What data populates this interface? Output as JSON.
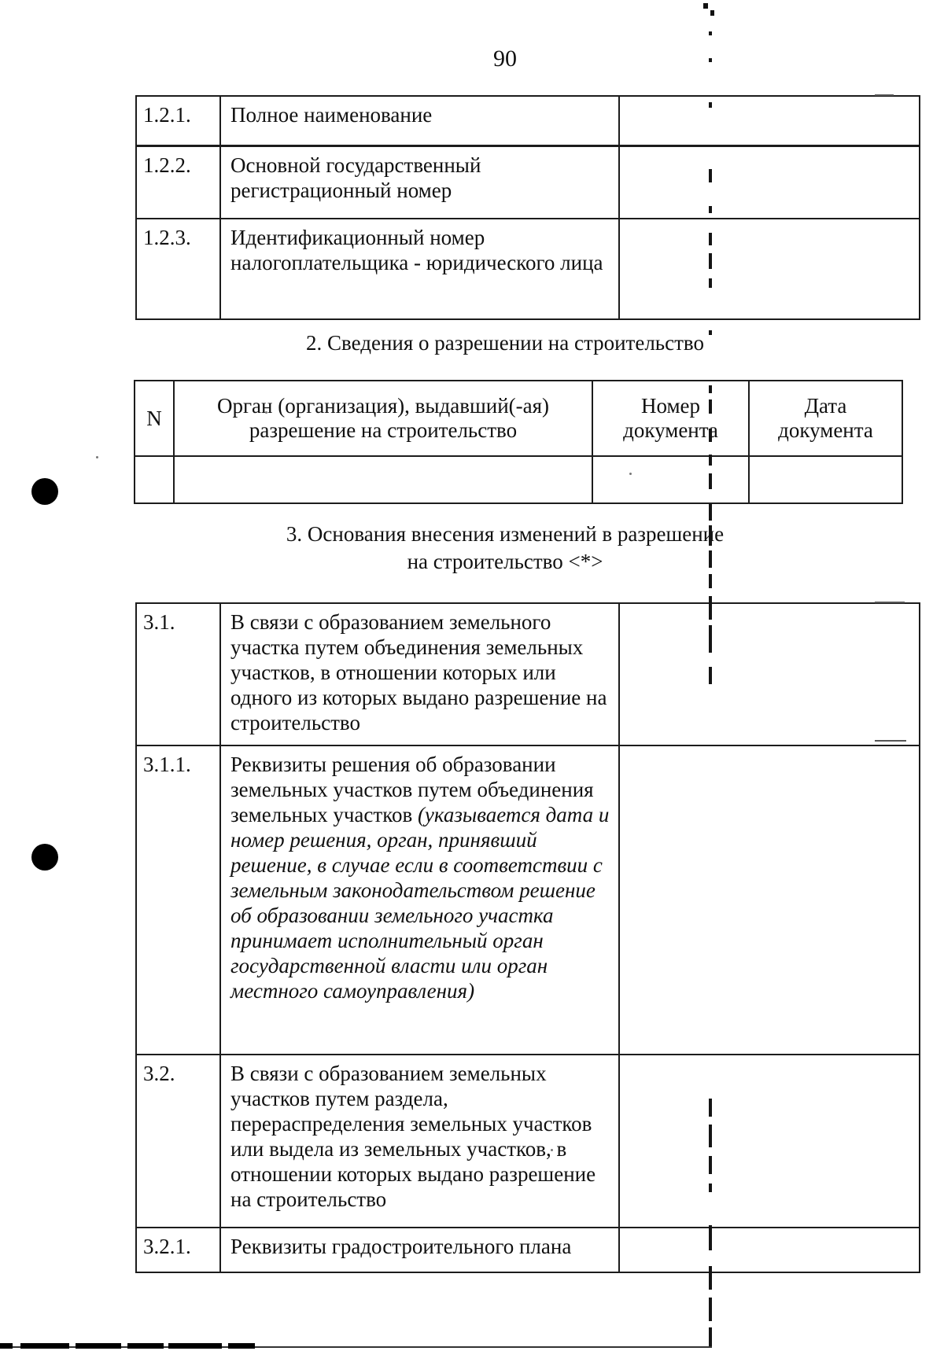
{
  "page_number": "90",
  "registration_table": {
    "rows": [
      {
        "num": "1.2.1.",
        "text": "Полное наименование",
        "value": ""
      },
      {
        "num": "1.2.2.",
        "text": "Основной государственный регистрационный номер",
        "value": ""
      },
      {
        "num": "1.2.3.",
        "text": "Идентификационный номер налогоплательщика - юридического лица",
        "value": ""
      }
    ]
  },
  "section2": {
    "title": "2. Сведения о разрешении на строительство",
    "table": {
      "headers": {
        "n": "N",
        "org": "Орган (организация), выдавший(-ая) разрешение на строительство",
        "doc_number": "Номер документа",
        "doc_date": "Дата документа"
      },
      "rows": [
        {
          "n": "",
          "org": "",
          "doc_number": "",
          "doc_date": ""
        }
      ]
    }
  },
  "section3": {
    "title_line1": "3. Основания внесения изменений в разрешение",
    "title_line2": "на строительство <*>",
    "table": {
      "rows": [
        {
          "num": "3.1.",
          "text": "В связи с образованием земельного участка путем объединения земельных участков, в отношении которых или одного из которых выдано разрешение на строительство",
          "note": "",
          "value": ""
        },
        {
          "num": "3.1.1.",
          "text": "Реквизиты решения об образовании земельных участков путем объединения земельных участков ",
          "note": "(указывается дата и номер решения, орган, принявший решение, в случае если в соответствии с земельным законодательством решение об образовании земельного участка принимает исполнительный орган государственной власти или орган местного самоуправления)",
          "value": ""
        },
        {
          "num": "3.2.",
          "text": "В связи с образованием земельных участков путем раздела, перераспределения земельных участков или выдела из земельных участков, в отношении которых выдано разрешение на строительство",
          "note": "",
          "value": ""
        },
        {
          "num": "3.2.1.",
          "text": "Реквизиты градостроительного плана",
          "note": "",
          "value": ""
        }
      ]
    }
  }
}
